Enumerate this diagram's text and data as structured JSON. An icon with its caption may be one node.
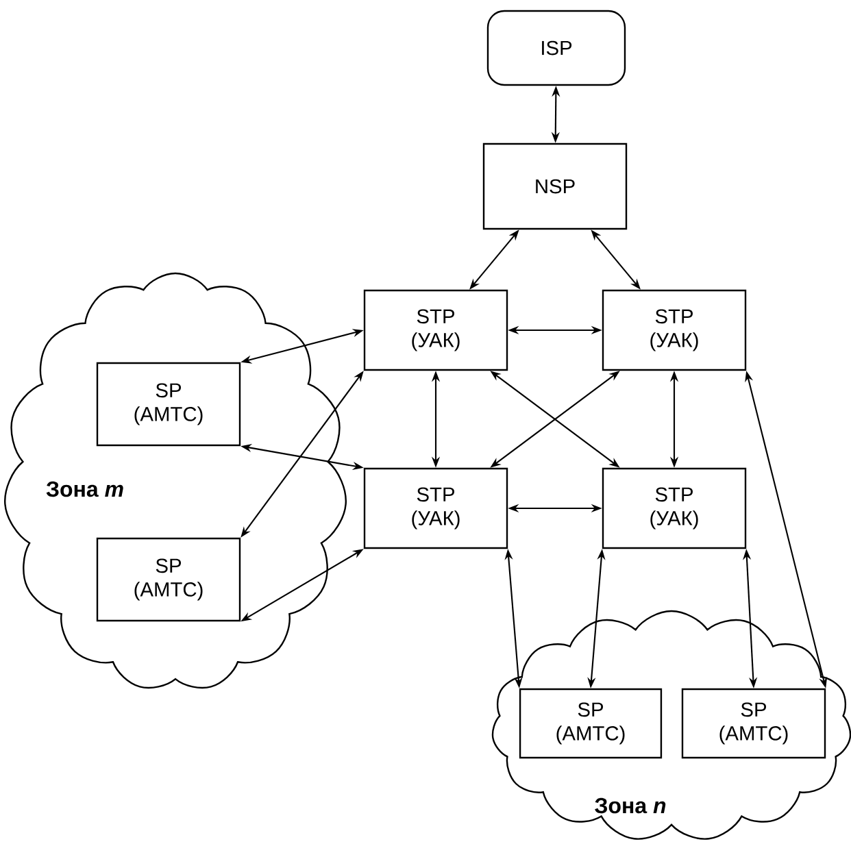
{
  "diagram": {
    "nodes": [
      {
        "text": [
          "ISP"
        ]
      },
      {
        "text": [
          "NSP"
        ]
      },
      {
        "text": [
          "Зона *m*"
        ]
      },
      {
        "text": [
          "SP (АМТС)"
        ],
        "in": 2
      },
      {
        "text": [
          "SP (АМТС)"
        ],
        "in": 2
      },
      {
        "text": [
          "STP (УАК)"
        ]
      },
      {
        "text": [
          "STP (УАК)"
        ]
      },
      {
        "text": [
          "STP (УАК)"
        ]
      },
      {
        "text": [
          "STP (УАК)"
        ]
      },
      {
        "text": [
          "Зона *n*"
        ]
      },
      {
        "text": [
          "SP (АМТС)"
        ],
        "in": 9
      },
      {
        "text": [
          "SP (АМТС)"
        ],
        "in": 9
      }
    ],
    "edges": [
      {
        "from": 0,
        "to": 1,
        "arrow": "both"
      },
      {
        "from": 1,
        "to": 5,
        "arrow": "both"
      },
      {
        "from": 1,
        "to": 6,
        "arrow": "both"
      },
      {
        "from": 5,
        "to": 6,
        "arrow": "both"
      },
      {
        "from": 3,
        "to": 5,
        "arrow": "both"
      },
      {
        "from": 4,
        "to": 5,
        "arrow": "both"
      },
      {
        "from": 5,
        "to": 7,
        "arrow": "both"
      },
      {
        "from": 5,
        "to": 8,
        "arrow": "both"
      },
      {
        "from": 6,
        "to": 7,
        "arrow": "both"
      },
      {
        "from": 6,
        "to": 8,
        "arrow": "both"
      },
      {
        "from": 3,
        "to": 7,
        "arrow": "both"
      },
      {
        "from": 7,
        "to": 8,
        "arrow": "both"
      },
      {
        "from": 4,
        "to": 7,
        "arrow": "both"
      },
      {
        "from": 7,
        "to": 10,
        "arrow": "both"
      },
      {
        "from": 8,
        "to": 10,
        "arrow": "both"
      },
      {
        "from": 8,
        "to": 11,
        "arrow": "both"
      },
      {
        "from": 6,
        "to": 11,
        "arrow": "both"
      }
    ]
  }
}
